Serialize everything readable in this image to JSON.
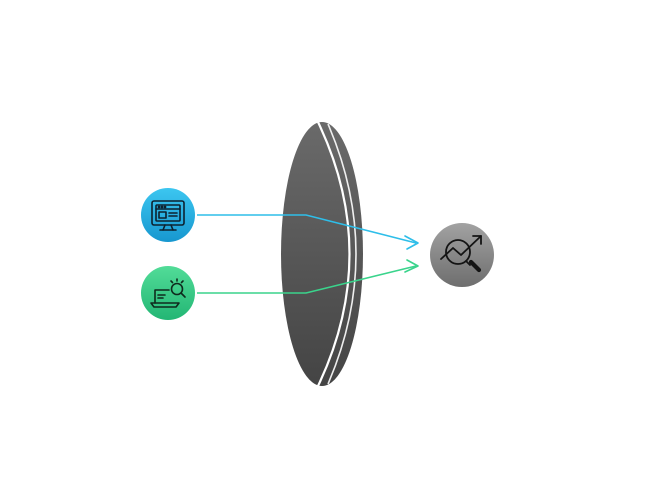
{
  "diagram": {
    "nodes": [
      {
        "id": "web-monitor",
        "icon": "web-browser-monitor-icon",
        "color_top": "#3cc6f0",
        "color_bottom": "#1797cf"
      },
      {
        "id": "laptop-search",
        "icon": "laptop-search-icon",
        "color_top": "#52dc98",
        "color_bottom": "#23b674"
      },
      {
        "id": "analytics",
        "icon": "trend-magnifier-icon",
        "color_top": "#a2a2a2",
        "color_bottom": "#6e6e6e"
      }
    ],
    "lens": {
      "color_top": "#6a6a6a",
      "color_bottom": "#444444",
      "rim_color": "#ffffff"
    },
    "connectors": [
      {
        "from": "web-monitor",
        "to": "analytics",
        "color": "#2ebee9"
      },
      {
        "from": "laptop-search",
        "to": "analytics",
        "color": "#3ad48c"
      }
    ]
  }
}
